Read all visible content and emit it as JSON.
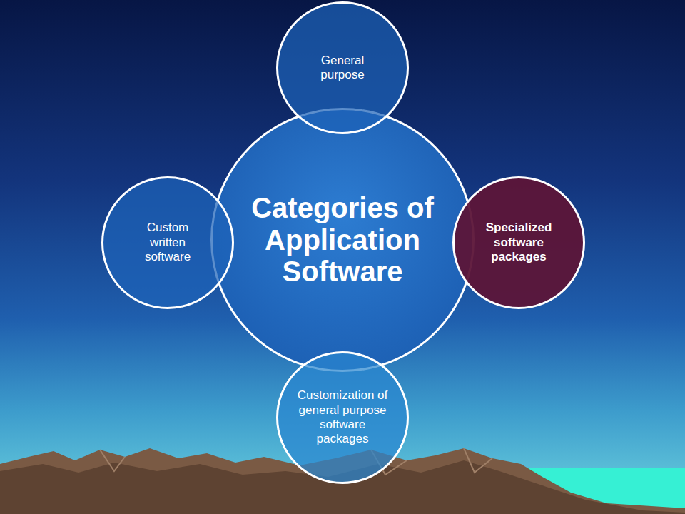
{
  "diagram": {
    "nodes": [
      {
        "text": [
          "Categories of Application Software"
        ]
      },
      {
        "text": [
          "General purpose"
        ]
      },
      {
        "text": [
          "Specialized software packages"
        ]
      },
      {
        "text": [
          "Customization of general purpose software packages"
        ]
      },
      {
        "text": [
          "Custom written software"
        ]
      }
    ]
  }
}
